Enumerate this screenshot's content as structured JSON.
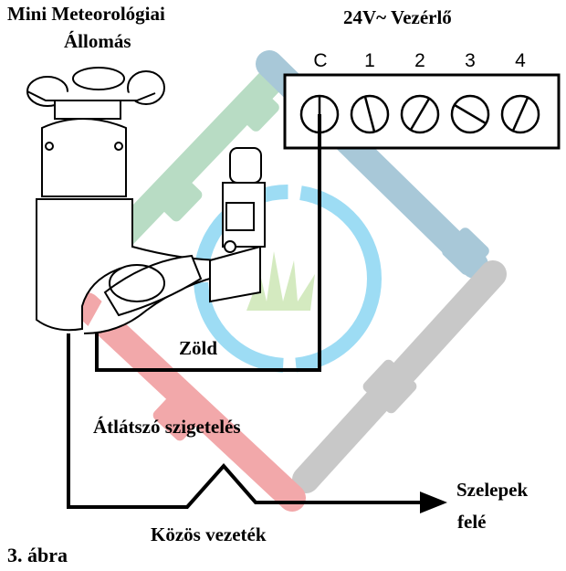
{
  "station": {
    "line1": "Mini Meteorológiai",
    "line2": "Állomás"
  },
  "controller": {
    "title": "24V~ Vezérlő",
    "terminals": [
      "C",
      "1",
      "2",
      "3",
      "4"
    ]
  },
  "labels": {
    "green": "Zöld",
    "transparent": "Átlátszó szigetelés",
    "common": "Közös vezeték",
    "valves_line1": "Szelepek",
    "valves_line2": "felé"
  },
  "figure": {
    "caption": "3. ábra"
  },
  "colors": {
    "green": "#b8dcc4",
    "blue": "#a8c8d8",
    "red": "#f2a8aa",
    "gray": "#c8c8c8",
    "ring": "#9ddcf4",
    "grass": "#d4eac0"
  }
}
